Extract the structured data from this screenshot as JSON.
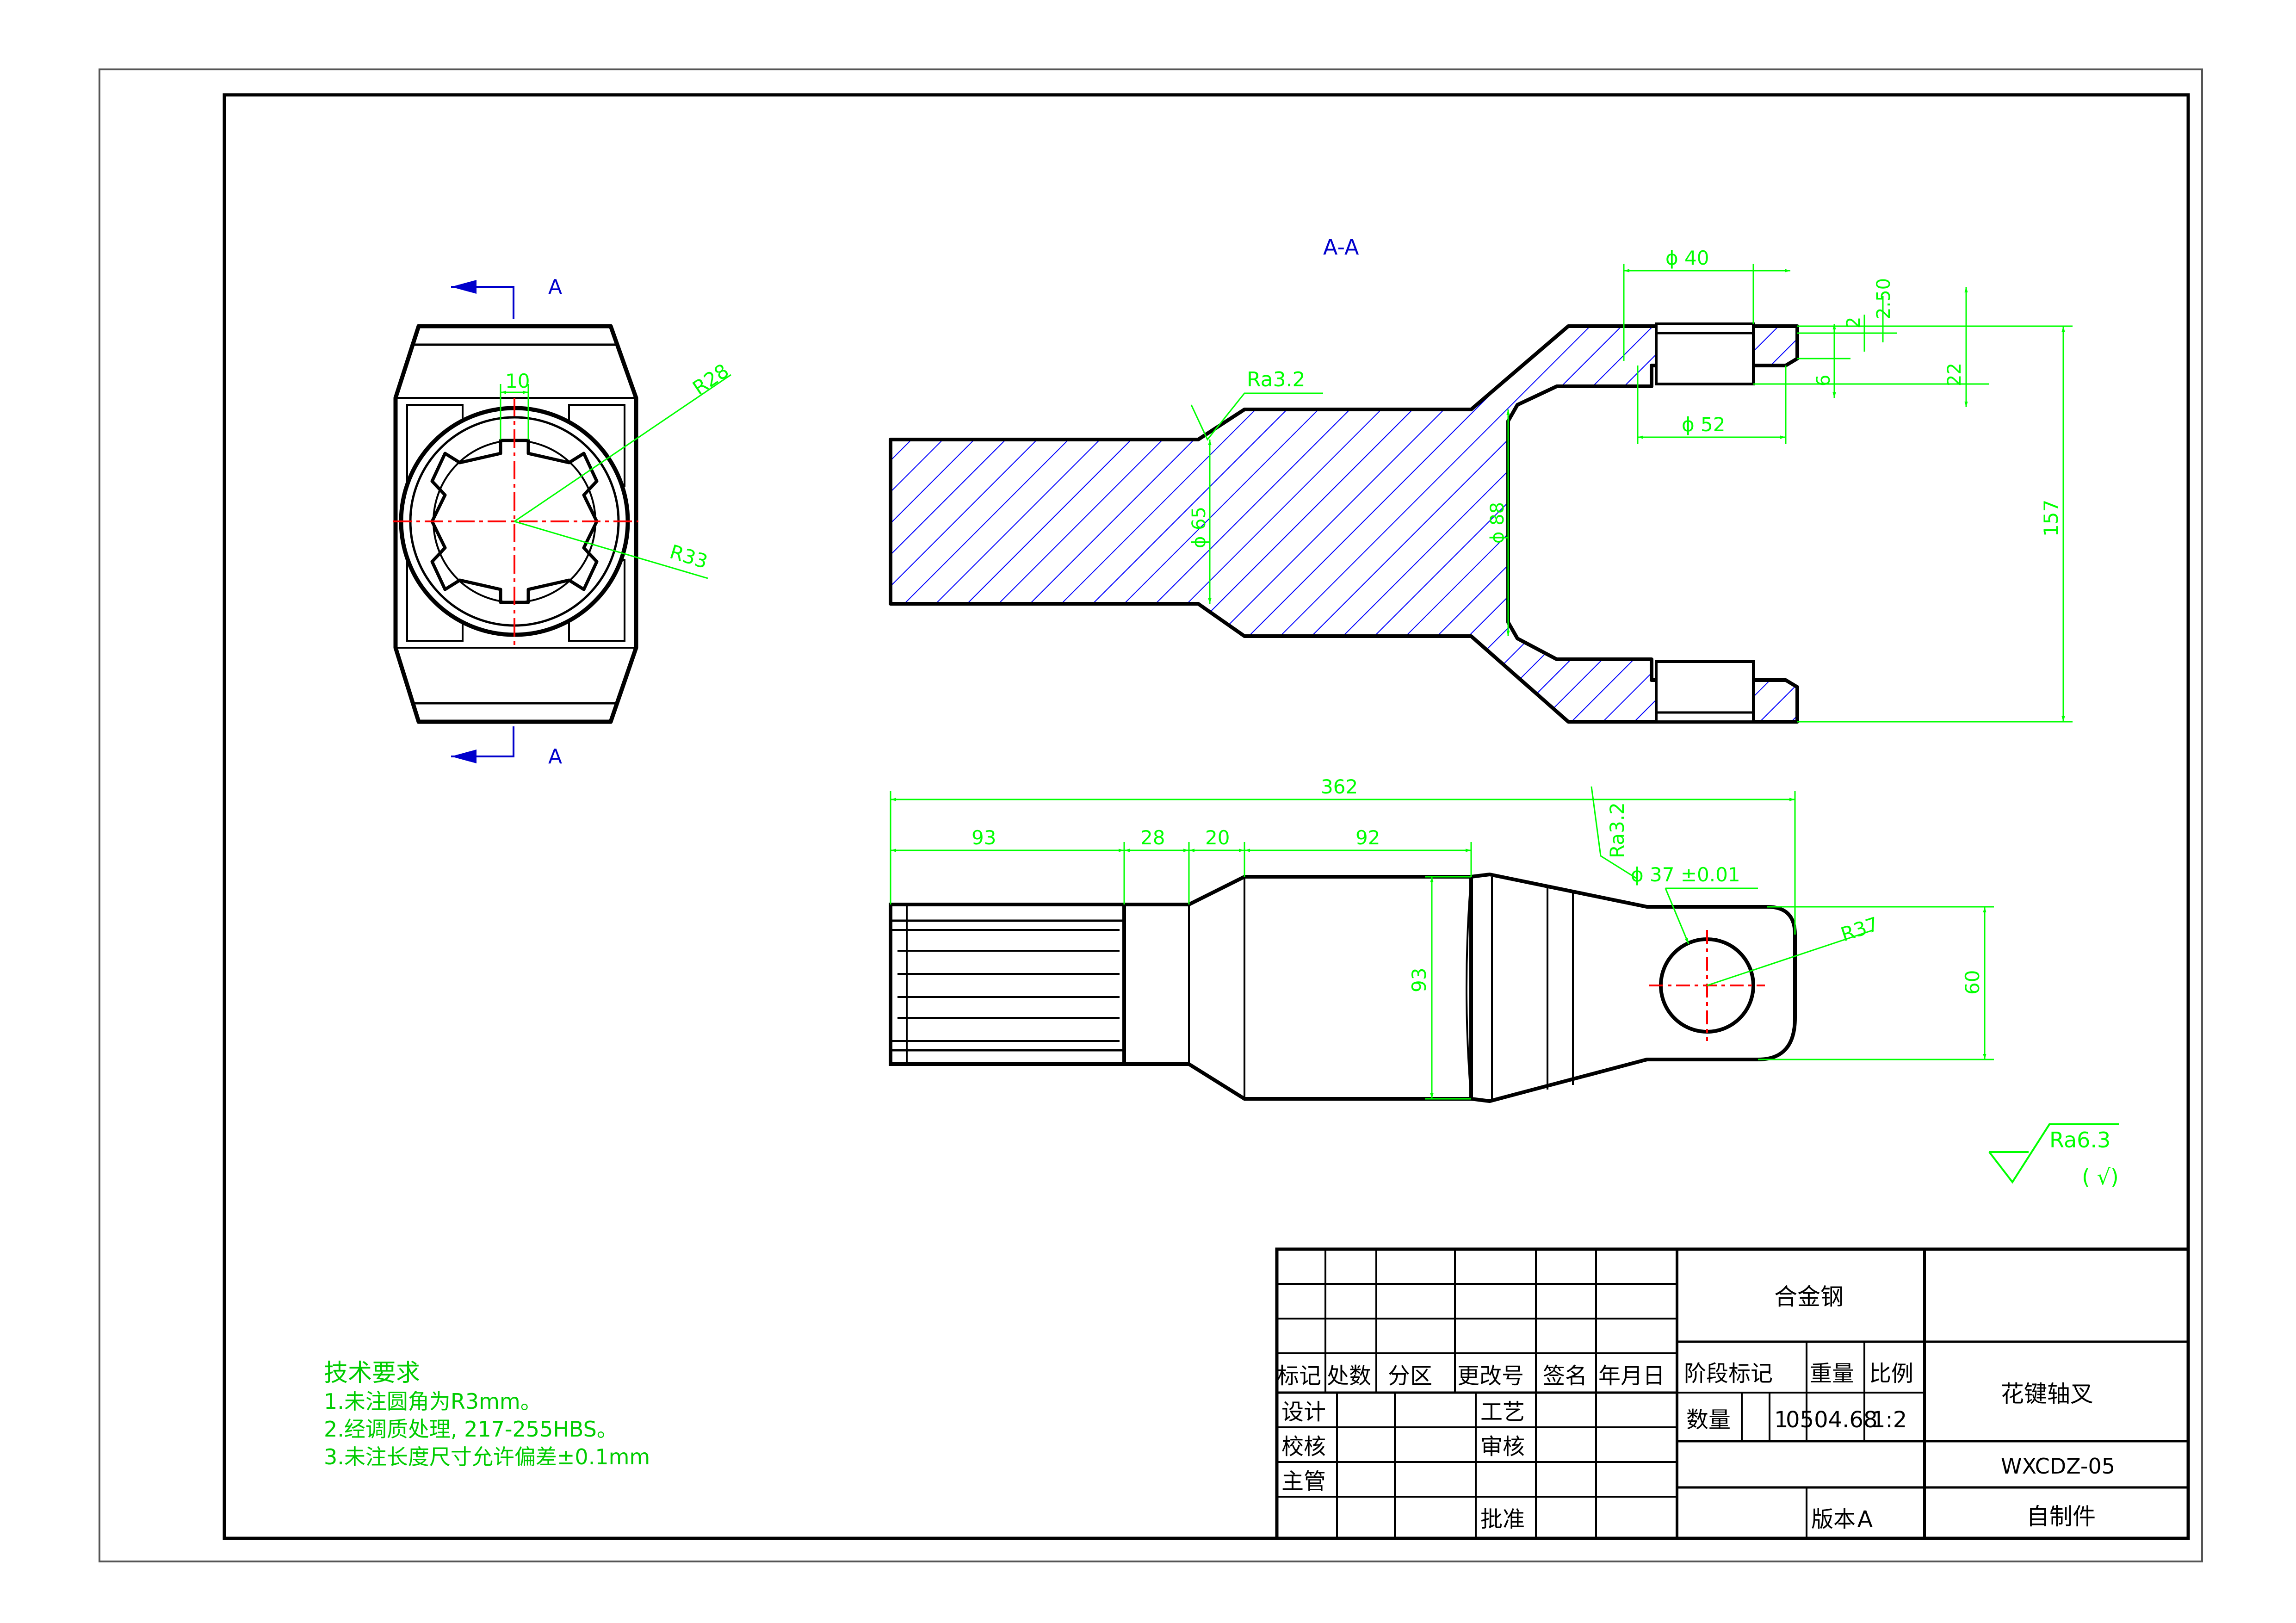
{
  "colors": {
    "outline": "#000000",
    "dimension": "#00ff00",
    "centerline": "#ff0000",
    "hatch": "#0000ff",
    "view_label": "#0000cc",
    "notes": "#00cc00"
  },
  "views": {
    "section_label": "A-A",
    "cut_top": "A",
    "cut_bottom": "A"
  },
  "dims_end": {
    "d10": "10",
    "r28": "R28",
    "r33": "R33"
  },
  "dims_section": {
    "phi40": "ϕ 40",
    "d250": "2.50",
    "d2": "2",
    "d6": "6",
    "d22": "22",
    "phi52": "ϕ 52",
    "d157": "157",
    "phi65": "ϕ 65",
    "phi88": "ϕ 88",
    "ra32": "Ra3.2"
  },
  "dims_plan": {
    "d362": "362",
    "d93": "93",
    "d28": "28",
    "d20": "20",
    "d92": "92",
    "d93v": "93",
    "ra32": "Ra3.2",
    "phi37": "ϕ 37  ±0.01",
    "r37": "R37",
    "d60": "60"
  },
  "surface": {
    "ra63": "Ra6.3",
    "check": "( √)"
  },
  "notes": {
    "title": "技术要求",
    "items": [
      "1.未注圆角为R3mm。",
      "2.经调质处理, 217-255HBS。",
      "3.未注长度尺寸允许偏差±0.1mm"
    ]
  },
  "title_block": {
    "headers": [
      "标记",
      "处数",
      "分区",
      "更改号",
      "签名",
      "年月日"
    ],
    "roles_left": [
      "设计",
      "校核",
      "主管"
    ],
    "roles_mid": [
      "工艺",
      "审核",
      "批准"
    ],
    "material": "合金钢",
    "stage_label": "阶段标记",
    "weight_label": "重量",
    "scale_label": "比例",
    "qty_label": "数量",
    "qty_value": "1",
    "weight_value": "0504.68",
    "scale_value": "1:2",
    "version_label": "版本",
    "version_value": "A",
    "part_name": "花键轴叉",
    "drawing_no": "WXCDZ-05",
    "source": "自制件"
  }
}
